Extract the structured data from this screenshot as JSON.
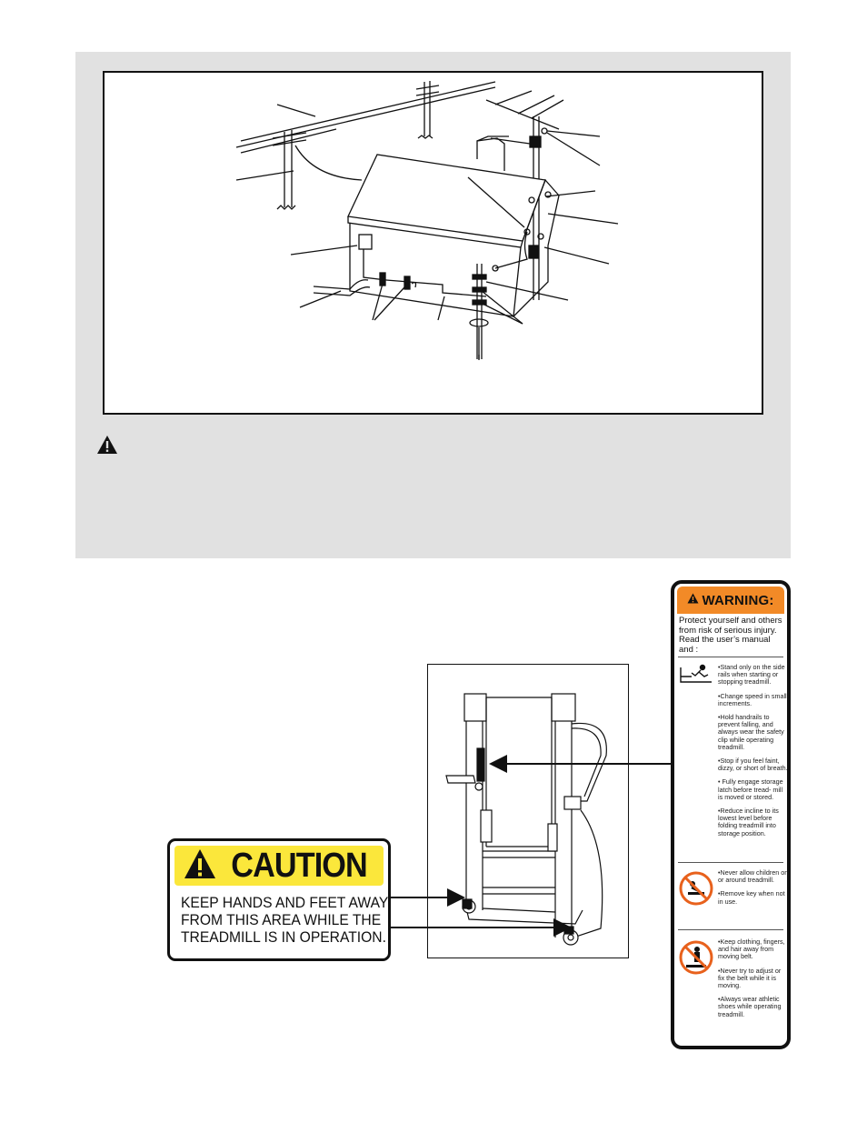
{
  "caution": {
    "title": "CAUTION",
    "line1": "KEEP HANDS AND FEET AWAY",
    "line2": "FROM THIS AREA WHILE THE",
    "line3": "TREADMILL IS IN OPERATION.",
    "colors": {
      "header": "#fbe73b",
      "border": "#111111"
    }
  },
  "warning_label": {
    "title": "WARNING:",
    "intro": "Protect yourself and others from risk of serious injury.  Read the user’s manual and :",
    "section1": [
      "•Stand only on the side rails when starting or stopping treadmill.",
      "•Change speed in small increments.",
      "•Hold handrails to prevent falling, and always wear the safety clip while operating treadmill.",
      "•Stop if you feel faint, dizzy, or short of breath.",
      "• Fully engage storage latch  before tread- mill is moved or stored.",
      "•Reduce incline to its lowest level before folding treadmill into storage position."
    ],
    "section2": [
      "•Never allow children on or around treadmill.",
      "•Remove key when not in use."
    ],
    "section3": [
      "•Keep clothing, fingers, and hair away from moving belt.",
      "•Never try to adjust or fix the belt while it is moving.",
      "•Always wear athletic shoes while operating treadmill."
    ],
    "colors": {
      "header": "#f28a27",
      "prohibition": "#e8611c"
    },
    "icons": [
      "person-falling-icon",
      "no-children-icon",
      "no-hands-belt-icon"
    ]
  },
  "icons": {
    "warning_triangle": "warning-triangle-icon",
    "caution_triangle": "exclamation-triangle-icon"
  }
}
